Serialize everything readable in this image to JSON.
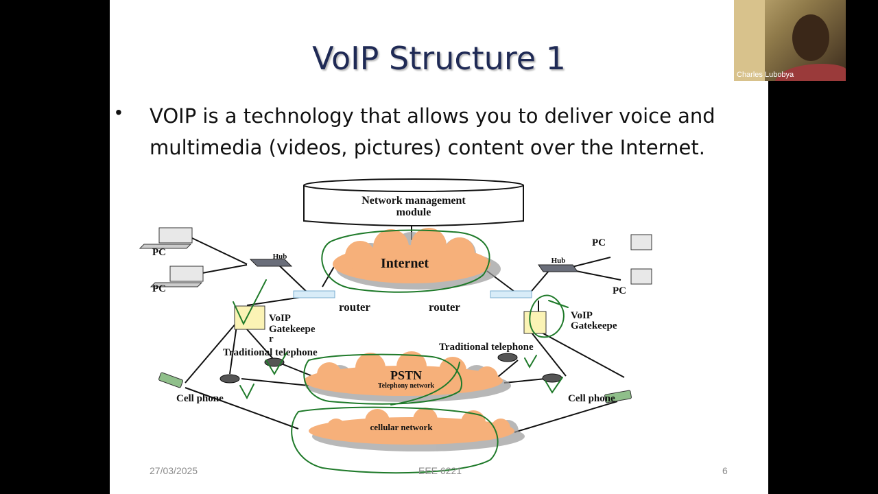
{
  "slide": {
    "title": "VoIP Structure 1",
    "bullet": "VOIP is a technology that allows you to deliver voice and multimedia (videos, pictures) content over the Internet.",
    "footer": {
      "date": "27/03/2025",
      "course": "EEE 6221",
      "page": "6"
    }
  },
  "diagram": {
    "network_management": [
      "Network management",
      "module"
    ],
    "internet": "Internet",
    "router_left": "router",
    "router_right": "router",
    "hub_left": "Hub",
    "hub_right": "Hub",
    "pc_left_1": "PC",
    "pc_left_2": "PC",
    "pc_right_1": "PC",
    "pc_right_2": "PC",
    "gatekeeper_left": [
      "VoIP",
      "Gatekeepe",
      "r"
    ],
    "gatekeeper_right": [
      "VoIP",
      "Gatekeepe"
    ],
    "traditional_left": "Traditional telephone",
    "traditional_right": "Traditional telephone",
    "pstn": "PSTN",
    "pstn_sub": "Telephony network",
    "cell_left": "Cell phone",
    "cell_right": "Cell phone",
    "cellular": "cellular network",
    "annotation_color": "#1f7a2a",
    "cloud_color": "#f6b07a"
  },
  "webcam": {
    "participant_name": "Charles Lubobya"
  }
}
